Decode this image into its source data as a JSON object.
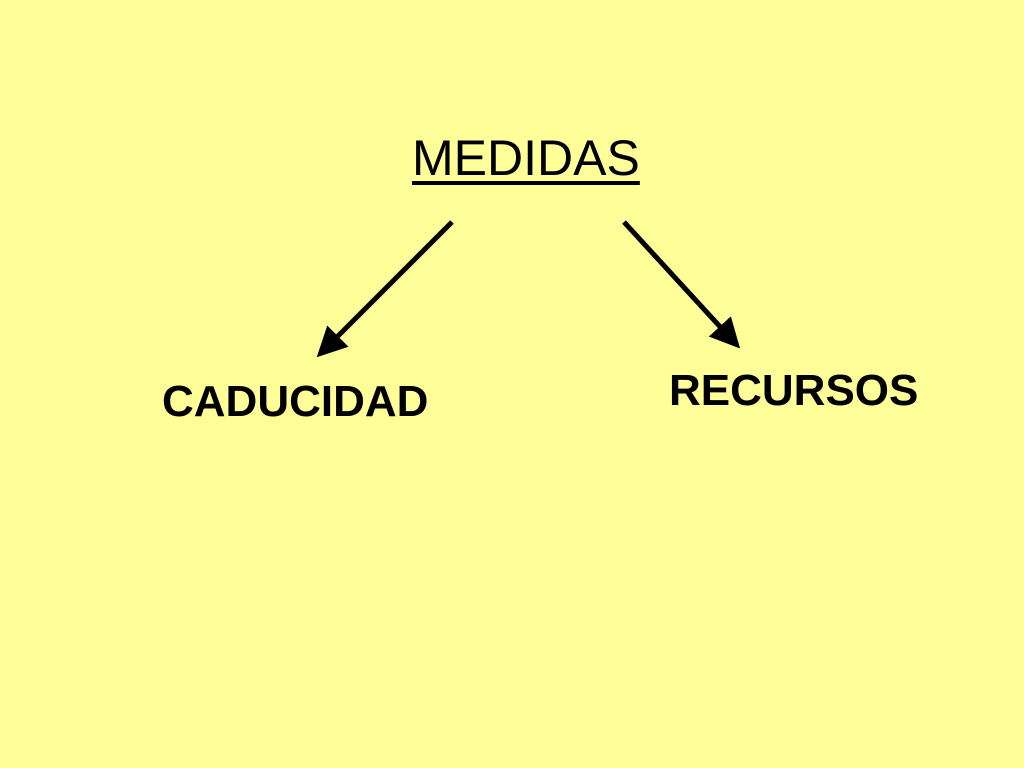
{
  "colors": {
    "background": "#FFFF99",
    "text": "#000000",
    "arrow": "#000000"
  },
  "diagram": {
    "title": "MEDIDAS",
    "branches": [
      {
        "label": "CADUCIDAD"
      },
      {
        "label": "RECURSOS"
      }
    ]
  }
}
